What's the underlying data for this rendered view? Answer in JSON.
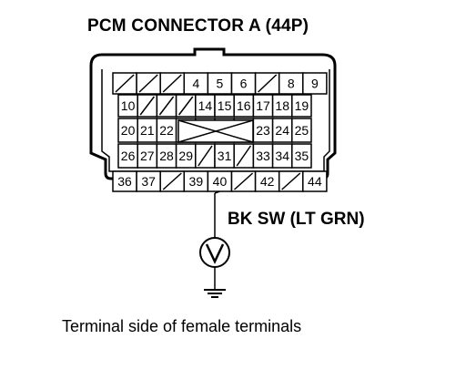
{
  "title": "PCM CONNECTOR A (44P)",
  "signal_label": "BK SW (LT GRN)",
  "caption": "Terminal side of female terminals",
  "connector": {
    "rows": [
      [
        "",
        "",
        "",
        "4",
        "5",
        "6",
        "",
        "8",
        "9"
      ],
      [
        "10",
        "",
        "",
        "",
        "14",
        "15",
        "16",
        "17",
        "18",
        "19"
      ],
      [
        "20",
        "21",
        "22",
        "",
        "",
        "",
        "",
        "23",
        "24",
        "25"
      ],
      [
        "26",
        "27",
        "28",
        "29",
        "",
        "31",
        "",
        "33",
        "34",
        "35"
      ],
      [
        "36",
        "37",
        "",
        "39",
        "40",
        "",
        "42",
        "",
        "44"
      ]
    ],
    "highlighted_terminal": "40"
  },
  "symbols": {
    "meter": "voltmeter-icon",
    "ground": "ground-icon"
  }
}
